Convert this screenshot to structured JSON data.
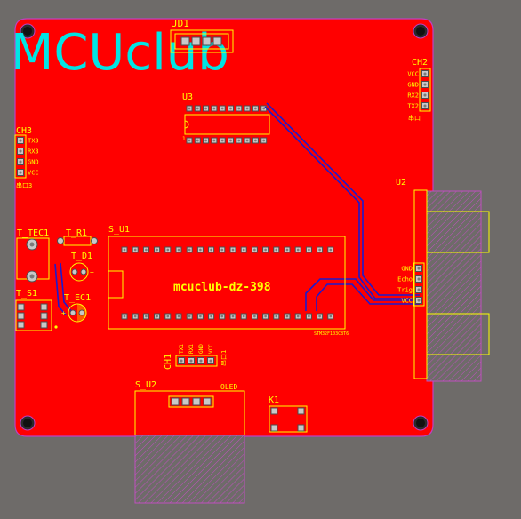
{
  "colors": {
    "background": "#6e6b69",
    "board": "#ff0000",
    "board_edge": "#c040c0",
    "silkscreen": "#ffff00",
    "logo": "#00e5e5",
    "trace": "#1a1ad0",
    "keepout": "#c04fc0"
  },
  "logo": "MCUclub",
  "board_text": "mcuclub-dz-398",
  "refs": {
    "jd1": "JD1",
    "u3": "U3",
    "ch2": "CH2",
    "ch3": "CH3",
    "u2": "U2",
    "t_tec1": "T_TEC1",
    "t_r1": "T_R1",
    "t_d1": "T_D1",
    "t_ec1": "T_EC1",
    "t_s1": "T_S1",
    "s_u1": "S_U1",
    "ch1": "CH1",
    "s_u2": "S_U2",
    "oled": "OLED",
    "k1": "K1"
  },
  "ch2_pins": [
    "VCC",
    "GND",
    "RX2",
    "TX2"
  ],
  "ch2_footer": "串口",
  "ch3_pins": [
    "TX3",
    "RX3",
    "GND",
    "VCC"
  ],
  "ch3_footer": "串口3",
  "ch1_pins": [
    "TX1",
    "RX1",
    "GND",
    "VCC"
  ],
  "ch1_footer": "串口1",
  "u2_pins": [
    "GND",
    "Echo",
    "Trig",
    "VCC"
  ],
  "s_u1_footer": "STM32F103C8T6",
  "icons": {
    "mounting_hole": "mounting-hole-icon",
    "pad": "pad-icon"
  }
}
